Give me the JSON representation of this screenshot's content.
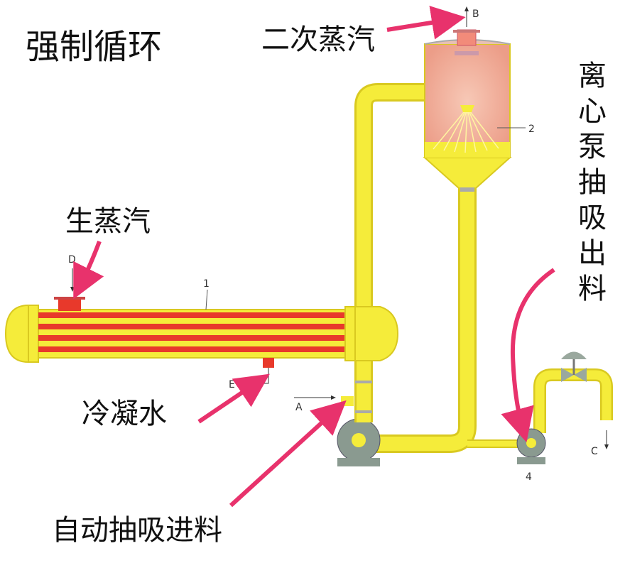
{
  "title": "强制循环",
  "labels": {
    "secondary_vapor": "二次蒸汽",
    "live_steam": "生蒸汽",
    "condensate": "冷凝水",
    "auto_feed": "自动抽吸进料",
    "centrifugal_pump_discharge": "离心泵抽吸出料"
  },
  "markers": {
    "A": "A",
    "B": "B",
    "C": "C",
    "D": "D",
    "E": "E",
    "n1": "1",
    "n2": "2",
    "n4": "4"
  },
  "colors": {
    "pipe": "#f5ec3a",
    "pipe_edge": "#d9c920",
    "tube_red": "#e8392b",
    "vessel_fill": "#f2b7a6",
    "pump": "#8a9a90",
    "arrow": "#e8326c"
  }
}
